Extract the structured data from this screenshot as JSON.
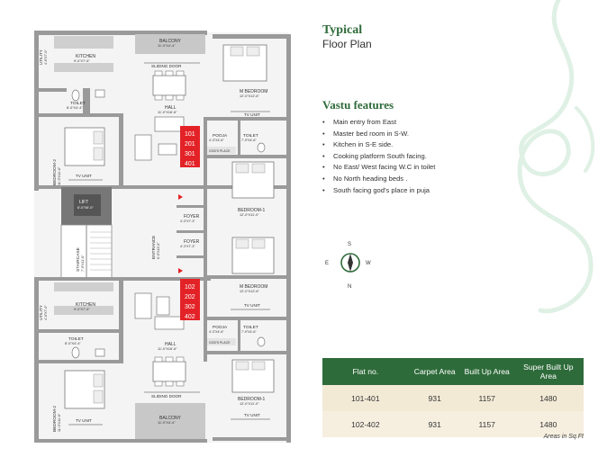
{
  "header": {
    "title": "Typical",
    "subtitle": "Floor Plan"
  },
  "vastu": {
    "heading": "Vastu features",
    "items": [
      "Main entry from East",
      "Master bed room in S-W.",
      "Kitchen in S-E side.",
      "Cooking platform South facing.",
      "No East/ West facing W.C in toilet",
      "No North heading beds .",
      "South facing god's place in puja"
    ]
  },
  "compass": {
    "n": "N",
    "s": "S",
    "e": "E",
    "w": "W"
  },
  "table": {
    "headers": [
      "Flat no.",
      "Carpet Area",
      "Built Up Area",
      "Super Built Up Area"
    ],
    "rows": [
      [
        "101-401",
        "931",
        "1157",
        "1480"
      ],
      [
        "102-402",
        "931",
        "1157",
        "1480"
      ]
    ],
    "note": "Areas in Sq.Ft"
  },
  "plan": {
    "top": {
      "utility": "UTILITY",
      "utility_dim": "4'-6\"X7'-0\"",
      "kitchen": "KITCHEN",
      "kitchen_dim": "9'-0\"X7'-6\"",
      "balcony": "BALCONY",
      "balcony_dim": "11'-0\"X4'-4\"",
      "sliding": "SLIDING DOOR",
      "hall": "HALL",
      "hall_dim": "11'-0\"X16'-6\"",
      "toilet1": "TOILET",
      "toilet1_dim": "8'-0\"X4'-4\"",
      "bed2": "BEDROOM-2",
      "bed2_dim": "11'-0\"X11'-6\"",
      "tv1": "TV UNIT",
      "mbed": "M BEDROOM",
      "mbed_dim": "12'-0\"X12'-6\"",
      "tv2": "TV UNIT",
      "pooja": "POOJA",
      "pooja_dim": "4'-3\"X4'-6\"",
      "gods": "GOD'S PLACE",
      "toilet2": "TOILET",
      "toilet2_dim": "7'-9\"X4'-6\"",
      "bed1": "BEDROOM-1",
      "bed1_dim": "12'-0\"X11'-0\""
    },
    "units_top": [
      "101",
      "201",
      "301",
      "401"
    ],
    "units_bottom": [
      "102",
      "202",
      "302",
      "402"
    ],
    "mid": {
      "lift": "LIFT",
      "lift_dim": "6'-0\"X6'-0\"",
      "staircase": "STAIRCASE",
      "staircase_dim": "7'-9\"X11'-6\"",
      "entrance": "ENTRANCE",
      "entrance_dim": "6'-0\"X13'-6\"",
      "foyer1": "FOYER",
      "foyer1_dim": "4'-3\"X7'-3\"",
      "foyer2": "FOYER",
      "foyer2_dim": "4'-3\"X7'-3\""
    },
    "bottom": {
      "bed1": "BEDROOM-1",
      "bed1_dim": "12'-0\"X11'-0\"",
      "mbed": "M BEDROOM",
      "mbed_dim": "12'-0\"X12'-6\"",
      "tv1": "TV UNIT",
      "utility": "UTILITY",
      "utility_dim": "4'-6\"X7'-0\"",
      "kitchen": "KITCHEN",
      "kitchen_dim": "9'-0\"X7'-6\"",
      "pooja": "POOJA",
      "pooja_dim": "4'-3\"X4'-6\"",
      "gods": "GOD'S PLACE",
      "toilet2": "TOILET",
      "toilet2_dim": "7'-9\"X4'-6\"",
      "toilet1": "TOILET",
      "toilet1_dim": "8'-0\"X4'-4\"",
      "hall": "HALL",
      "hall_dim": "11'-0\"X16'-6\"",
      "sliding": "SLIDING DOOR",
      "bed2": "BEDROOM-2",
      "bed2_dim": "11'-0\"X11'-6\"",
      "tv2": "TV UNIT",
      "balcony": "BALCONY",
      "balcony_dim": "11'-0\"X4'-4\"",
      "tv3": "TV UNIT"
    }
  },
  "colors": {
    "brand": "#2e6b3a",
    "unit_box": "#e32227",
    "wall": "#8f8f8f",
    "floor": "#f2f2f2"
  }
}
